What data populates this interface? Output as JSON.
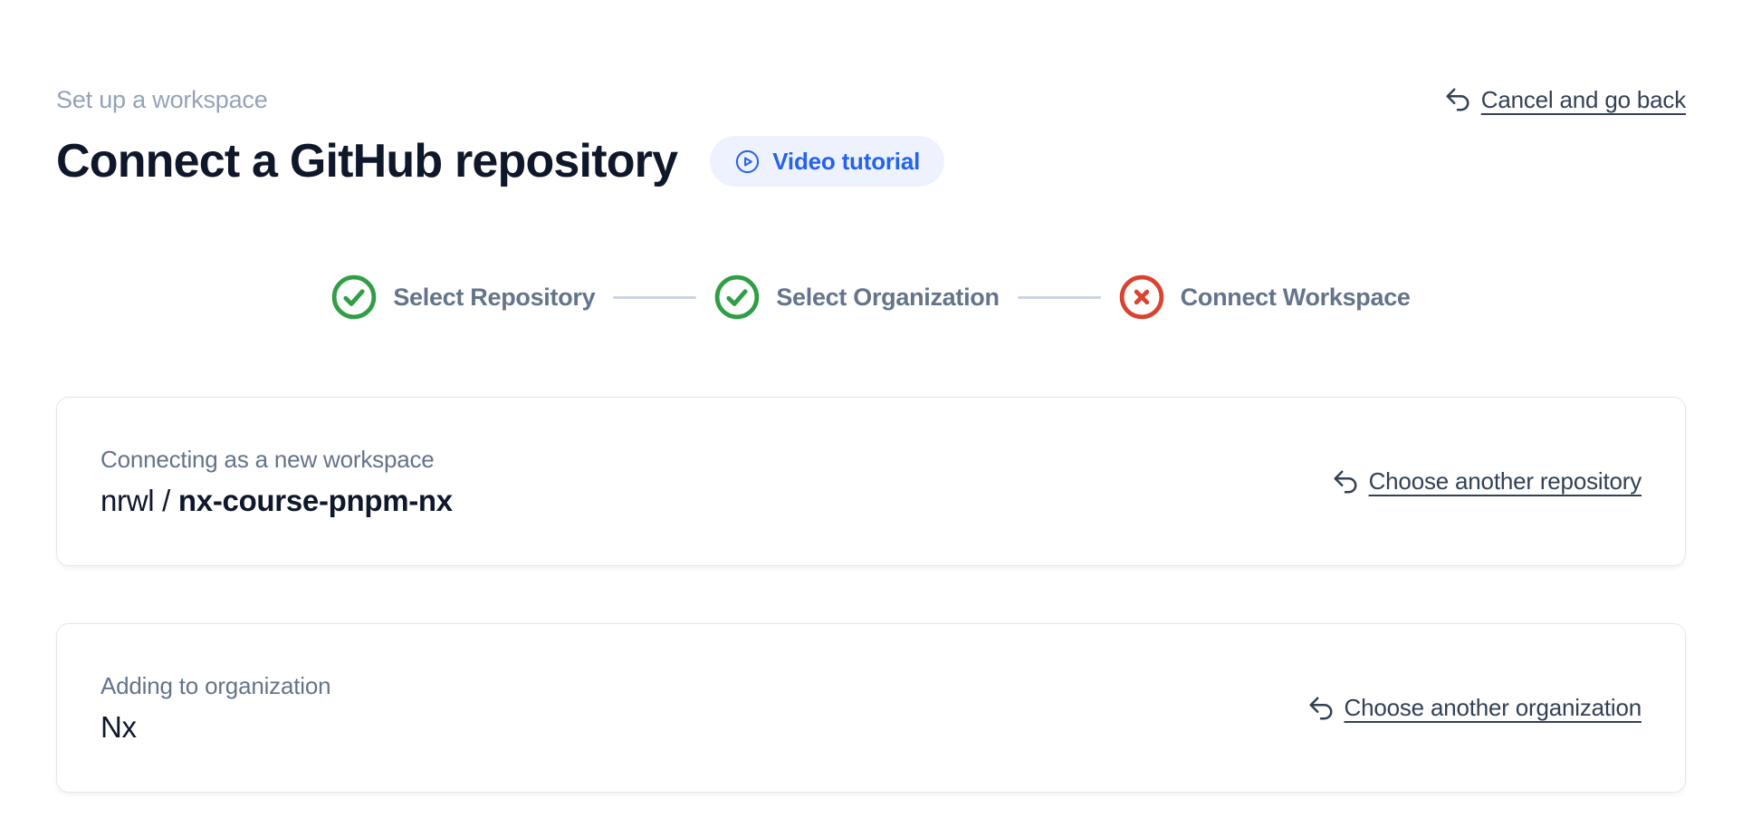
{
  "page": {
    "eyebrow": "Set up a workspace",
    "title": "Connect a GitHub repository",
    "video_button": {
      "label": "Video tutorial"
    },
    "cancel_link": {
      "label": "Cancel and go back"
    }
  },
  "stepper": {
    "steps": [
      {
        "label": "Select Repository",
        "status": "complete"
      },
      {
        "label": "Select Organization",
        "status": "complete"
      },
      {
        "label": "Connect Workspace",
        "status": "error"
      }
    ]
  },
  "cards": {
    "repository": {
      "label": "Connecting as a new workspace",
      "owner": "nrwl / ",
      "repo": "nx-course-pnpm-nx",
      "action": "Choose another repository"
    },
    "organization": {
      "label": "Adding to organization",
      "name": "Nx",
      "action": "Choose another organization"
    }
  },
  "colors": {
    "accent_blue": "#2563eb",
    "accent_blue_bg": "#eef2ff",
    "success_green": "#2f9e44",
    "error_red": "#d9432f",
    "link_slate": "#334155",
    "eyebrow_gray": "#94a3b8",
    "label_gray": "#64748b",
    "heading_dark": "#0f172a",
    "card_border": "#e2e8f0",
    "connector_gray": "#cbd5e1"
  }
}
